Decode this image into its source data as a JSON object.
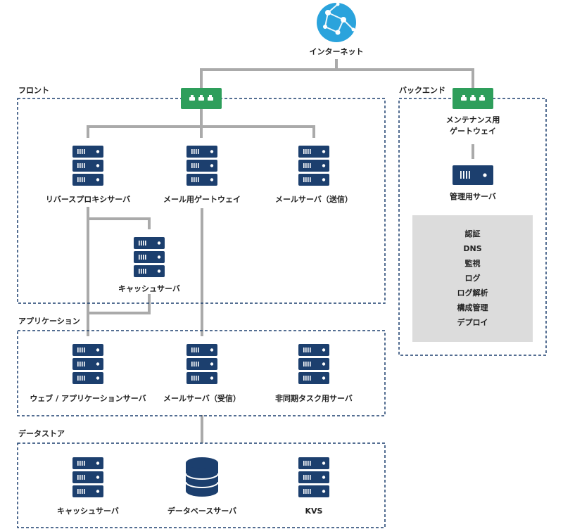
{
  "internet": {
    "label": "インターネット"
  },
  "sections": {
    "front": "フロント",
    "backend": "バックエンド",
    "application": "アプリケーション",
    "datastore": "データストア"
  },
  "nodes": {
    "reverse_proxy": "リバースプロキシサーバ",
    "mail_gateway": "メール用ゲートウェイ",
    "mail_send": "メールサーバ（送信）",
    "cache_front": "キャッシュサーバ",
    "web_app": "ウェブ / アプリケーションサーバ",
    "mail_receive": "メールサーバ（受信）",
    "async_task": "非同期タスク用サーバ",
    "cache_store": "キャッシュサーバ",
    "database": "データベースサーバ",
    "kvs": "KVS",
    "maint_gateway_line1": "メンテナンス用",
    "maint_gateway_line2": "ゲートウェイ",
    "mgmt_server": "管理用サーバ"
  },
  "management_functions": [
    "認証",
    "DNS",
    "監視",
    "ログ",
    "ログ解析",
    "構成管理",
    "デプロイ"
  ],
  "colors": {
    "server": "#1c3f6e",
    "switch": "#2e9e5b",
    "globe": "#2aa3dc",
    "line": "#aaaaaa",
    "border": "#1c3f6e",
    "panel": "#dcdcdc"
  }
}
